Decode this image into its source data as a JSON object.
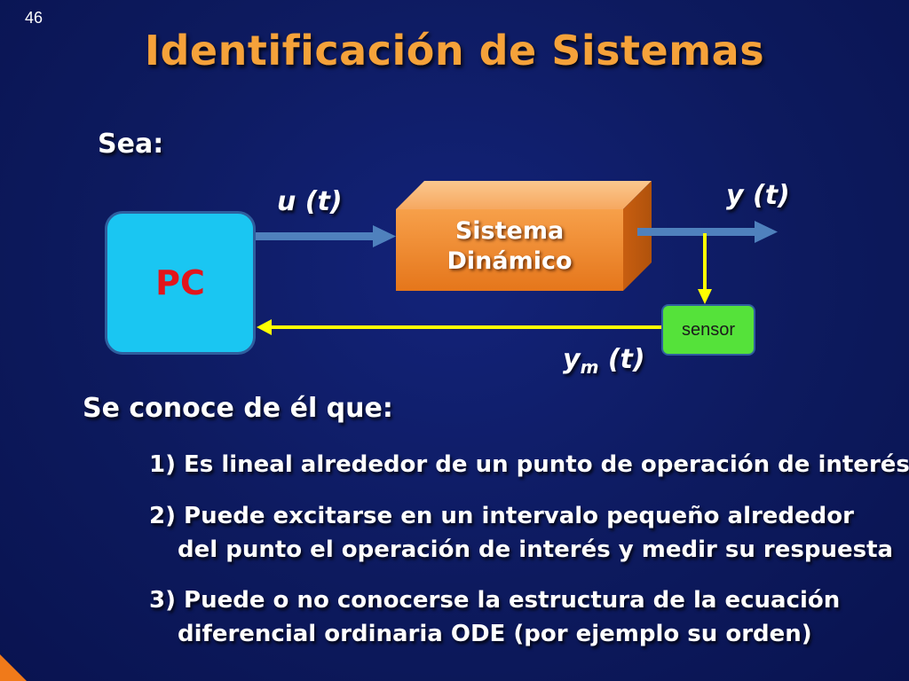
{
  "slide": {
    "number": "46",
    "title": "Identificación de Sistemas"
  },
  "diagram": {
    "intro_label": "Sea:",
    "pc_label": "PC",
    "system_line1": "Sistema",
    "system_line2": "Dinámico",
    "sensor_label": "sensor",
    "input_signal": "u (t)",
    "output_signal": "y (t)",
    "measured_signal_main": "y",
    "measured_signal_sub": "m",
    "measured_signal_arg": " (t)"
  },
  "content": {
    "heading": "Se conoce de él que:",
    "items": [
      {
        "line1": "1) Es lineal alrededor de un punto de operación de interés",
        "line2": ""
      },
      {
        "line1": "2) Puede excitarse en un intervalo pequeño alrededor",
        "line2": "del punto el operación de interés y medir su respuesta"
      },
      {
        "line1": "3) Puede o no conocerse la estructura de la ecuación",
        "line2": "diferencial ordinaria ODE (por ejemplo su orden)"
      }
    ]
  },
  "colors": {
    "background": "#0e1a5c",
    "title": "#f5a23a",
    "pc_box": "#1ac6f2",
    "pc_text": "#e3151b",
    "system_box": "#f08a2c",
    "sensor_box": "#55e23a",
    "arrow_blue": "#4f81bd",
    "arrow_yellow": "#ffff00"
  }
}
